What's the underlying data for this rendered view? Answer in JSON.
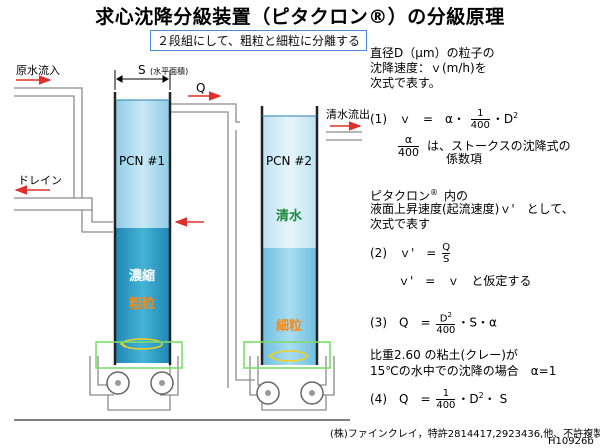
{
  "title": "求心沈降分級装置（ピタクロン®）の分級原理",
  "subtitle": "２段組にして、粗粒と細粒に分離する",
  "diagram": {
    "labels": {
      "raw_inflow": "原水流入",
      "drain": "ドレイン",
      "clear_outflow": "清水流出",
      "s_label": "S",
      "s_note": "(水平面積)",
      "q_label": "Q"
    },
    "tank1": {
      "name": "PCN #1",
      "zone_label_1": "濃縮",
      "zone_label_2": "粗粒"
    },
    "tank2": {
      "name": "PCN #2",
      "zone_label_1": "清水",
      "zone_label_2": "細粒"
    },
    "colors": {
      "water_light": "#cfe9f6",
      "water_mid": "#9fd3ea",
      "water_dark": "#3aa3c8",
      "slurry": "#2e9ac2",
      "accent_orange": "#f28a1a",
      "arrow_red": "#e0302a",
      "pipe": "#888888"
    }
  },
  "explanation": {
    "intro_1": "直径D（μm）の粒子の",
    "intro_2": "沈降速度：ｖ(m/h)を",
    "intro_3": "次式で表す。",
    "eq1_prefix": "(1)　ｖ　=　α・",
    "eq1_num": "1",
    "eq1_den": "400",
    "eq1_suffix": "・D",
    "eq1_sup": "2",
    "alpha_num": "α",
    "alpha_den": "400",
    "alpha_text_1": "は、ストークスの沈降式の",
    "alpha_text_2": "係数項",
    "pita_1": "ピタクロン",
    "pita_sup": "®",
    "pita_2": "内の",
    "pita_3": "液面上昇速度(起流速度)ｖ'　として、",
    "pita_4": "次式で表す",
    "eq2_prefix": "(2)　ｖ'　=",
    "eq2_num": "Q",
    "eq2_den": "S",
    "assume": "ｖ'　=　ｖ　と仮定する",
    "eq3_prefix": "(3)　Q　=",
    "eq3_num": "D",
    "eq3_num_sup": "2",
    "eq3_den": "400",
    "eq3_suffix": "・S・α",
    "clay_1": "比重2.60 の粘土(クレー)が",
    "clay_2": "15℃の水中での沈降の場合　α=1",
    "eq4_prefix": "(4)　Q　=",
    "eq4_num": "1",
    "eq4_den": "400",
    "eq4_suffix": "・D",
    "eq4_sup": "2",
    "eq4_end": "・ S"
  },
  "footer": {
    "patent": "(株)ファインクレイ，特許2814417,2923436,他、不許複製",
    "code": "H10926b"
  }
}
